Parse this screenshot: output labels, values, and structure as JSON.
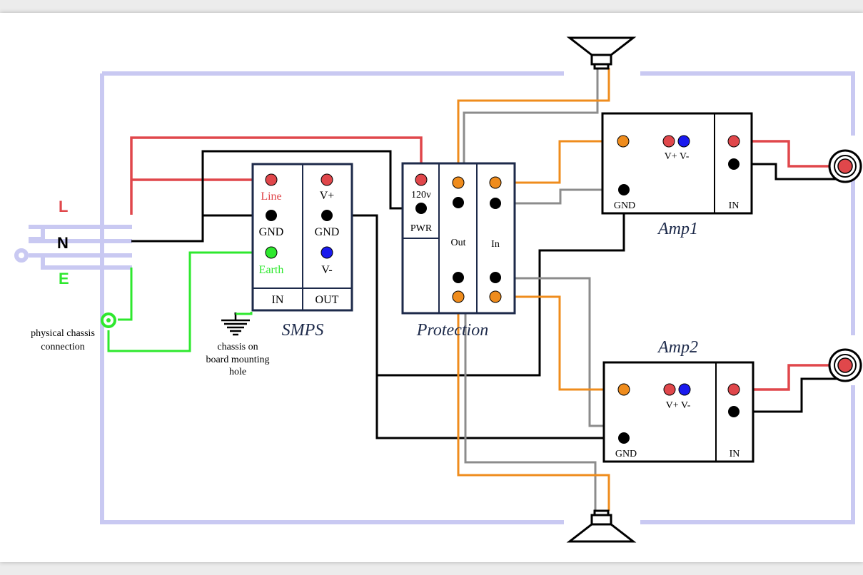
{
  "mains": {
    "l_label": "L",
    "n_label": "N",
    "e_label": "E",
    "chassis_note": [
      "physical chassis",
      "connection"
    ]
  },
  "smps": {
    "title": "SMPS",
    "line": "Line",
    "in_gnd": "GND",
    "earth": "Earth",
    "v_plus": "V+",
    "out_gnd": "GND",
    "v_minus": "V-",
    "in": "IN",
    "out": "OUT",
    "ground_note": [
      "chassis on",
      "board mounting",
      "hole"
    ]
  },
  "protection": {
    "title": "Protection",
    "v120": "120v",
    "pwr": "PWR",
    "out": "Out",
    "in": "In"
  },
  "amp1": {
    "title": "Amp1",
    "vpm": "V+ V-",
    "gnd": "GND",
    "in": "IN"
  },
  "amp2": {
    "title": "Amp2",
    "vpm": "V+ V-",
    "gnd": "GND",
    "in": "IN"
  },
  "colors": {
    "line": "#e0474b",
    "neutral": "#000000",
    "earth": "#2ee82e",
    "speaker": "#ef8c1d",
    "signal": "#8c8c8c",
    "chassis": "#c9c9f2",
    "v_minus": "#1a1aee"
  }
}
